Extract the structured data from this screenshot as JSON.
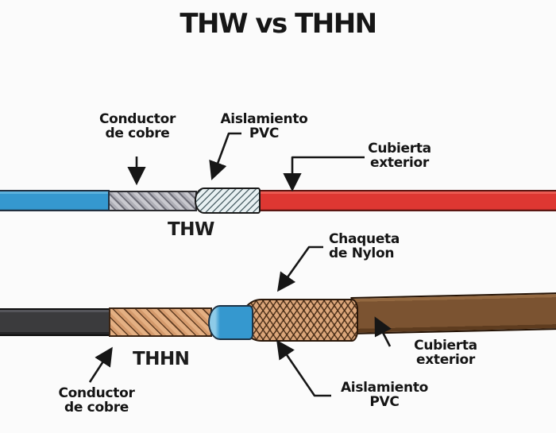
{
  "title": "THW vs THHN",
  "colors": {
    "background": "#fbfbfb",
    "text": "#141414",
    "thw_sheath_blue": "#3598cf",
    "thw_conductor_silver": "#aeaeb6",
    "thw_insulation_pale": "#e8f0f2",
    "thw_jacket_red": "#de3732",
    "thhn_sheath_gray": "#3b3b3d",
    "thhn_conductor_copper": "#d49a6c",
    "thhn_insulation_blue": "#3598cf",
    "thhn_nylon_copper": "#dba67a",
    "thhn_jacket_brown": "#7b5331"
  },
  "thw": {
    "wire_label": "THW",
    "annotations": {
      "conductor": {
        "line1": "Conductor",
        "line2": "de cobre"
      },
      "insulation": {
        "line1": "Aislamiento",
        "line2": "PVC"
      },
      "jacket": {
        "line1": "Cubierta",
        "line2": "exterior"
      }
    }
  },
  "thhn": {
    "wire_label": "THHN",
    "annotations": {
      "nylon_jacket": {
        "line1": "Chaqueta",
        "line2": "de Nylon"
      },
      "outer_jacket": {
        "line1": "Cubierta",
        "line2": "exterior"
      },
      "insulation": {
        "line1": "Aislamiento",
        "line2": "PVC"
      },
      "conductor": {
        "line1": "Conductor",
        "line2": "de cobre"
      }
    }
  }
}
